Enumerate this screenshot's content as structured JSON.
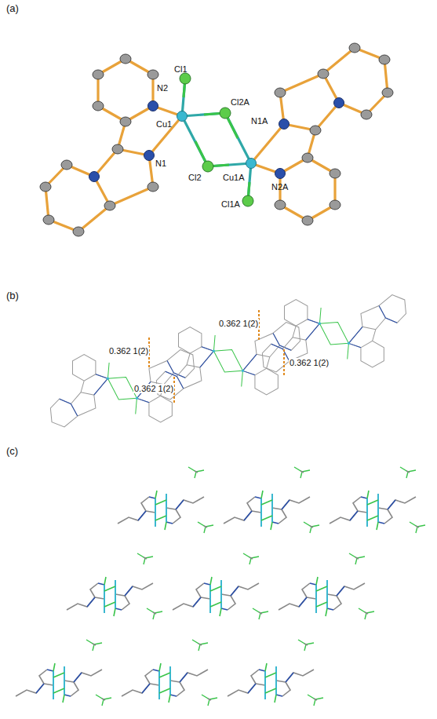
{
  "diagram": {
    "labels": [
      "(a)",
      "Cl1",
      "N2",
      "Cu1",
      "Cl2A",
      "N1A",
      "N1",
      "Cl2",
      "Cu1A",
      "Cl1A",
      "N2A",
      "(b)",
      "0.362 1(2)",
      "0.362 1(2)",
      "0.362 1(2)",
      "0.362 1(2)",
      "(c)"
    ]
  }
}
